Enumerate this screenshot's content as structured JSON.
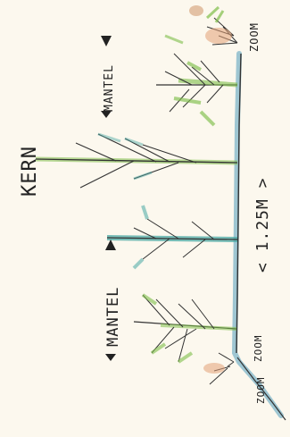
{
  "labels": {
    "zoom_top": "ZOOM",
    "mantel_top": "MANTEL",
    "kern": "KERN",
    "width": "< 1.25M >",
    "mantel_bottom": "MANTEL",
    "zoom_bottom": "ZOOM"
  },
  "colors": {
    "paper": "#fcf8ee",
    "ground_line": "#7fb6c8",
    "branch_stroke": "#2b2b2b",
    "foliage_green": "#7fbf4a",
    "trunk_teal": "#4aa9a4",
    "earth_brown": "#c98a5a"
  }
}
